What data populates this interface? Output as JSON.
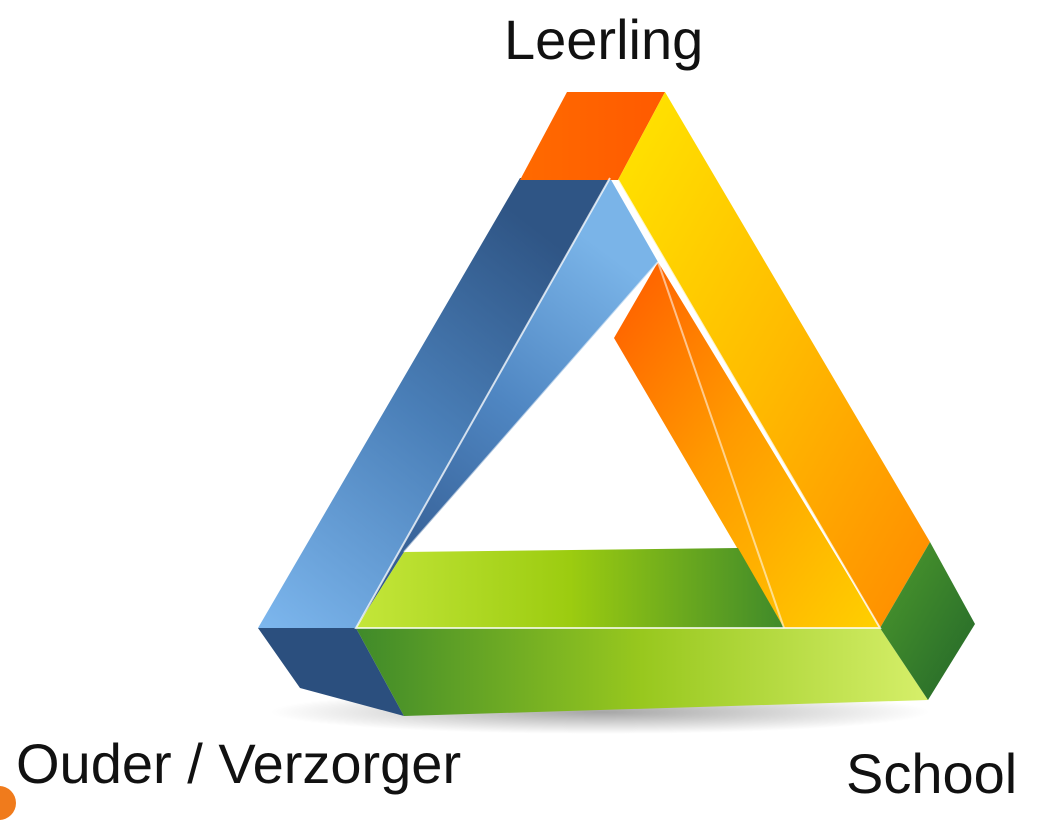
{
  "labels": {
    "top": "Leerling",
    "bottom_left": "Ouder / Verzorger",
    "bottom_right": "School"
  },
  "colors": {
    "blue_dark": "#2e4f7a",
    "blue_light": "#6ea8e0",
    "yellow": "#ffd21a",
    "orange": "#ff7a00",
    "orange_red": "#ff5a00",
    "green_light": "#b8e04a",
    "green_dark": "#3f8a2a",
    "text": "#111111"
  }
}
